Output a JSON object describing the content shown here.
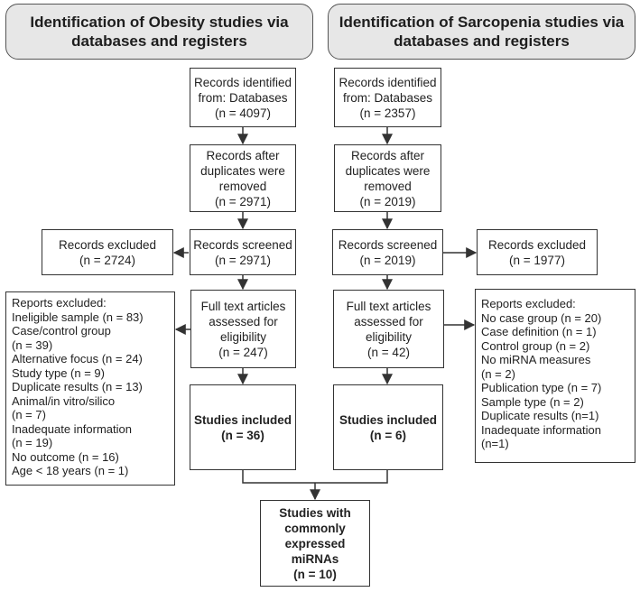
{
  "headers": {
    "obesity": "Identification of Obesity studies via\ndatabases and registers",
    "sarcopenia": "Identification of Sarcopenia studies via\ndatabases and registers"
  },
  "obesity": {
    "identified": "Records identified\nfrom: Databases\n(n = 4097)",
    "after_duplicates": "Records after\nduplicates were\nremoved\n(n = 2971)",
    "screened": "Records screened\n(n = 2971)",
    "excluded": "Records excluded\n(n = 2724)",
    "full_text": "Full text articles\nassessed for\neligibility\n(n = 247)",
    "included": "Studies included\n(n = 36)",
    "reports_excluded": [
      "Reports excluded:",
      "Ineligible sample (n = 83)",
      "Case/control group",
      "(n = 39)",
      "Alternative focus (n = 24)",
      "Study type (n = 9)",
      "Duplicate results (n = 13)",
      "Animal/in vitro/silico",
      "(n = 7)",
      "Inadequate information",
      " (n = 19)",
      "No outcome (n = 16)",
      "Age < 18 years (n = 1)"
    ]
  },
  "sarcopenia": {
    "identified": "Records identified\nfrom: Databases\n(n = 2357)",
    "after_duplicates": "Records after\nduplicates were\nremoved\n(n = 2019)",
    "screened": "Records screened\n(n = 2019)",
    "excluded": "Records excluded\n(n = 1977)",
    "full_text": "Full text articles\nassessed for\neligibility\n(n = 42)",
    "included": "Studies included\n(n = 6)",
    "reports_excluded": [
      "Reports excluded:",
      "No case group (n = 20)",
      "Case definition (n = 1)",
      "Control group (n = 2)",
      "No miRNA measures",
      " (n = 2)",
      "Publication type (n = 7)",
      "Sample type (n = 2)",
      "Duplicate results (n=1)",
      "Inadequate information",
      "(n=1)"
    ]
  },
  "combined": "Studies with\ncommonly\nexpressed\nmiRNAs\n(n = 10)"
}
